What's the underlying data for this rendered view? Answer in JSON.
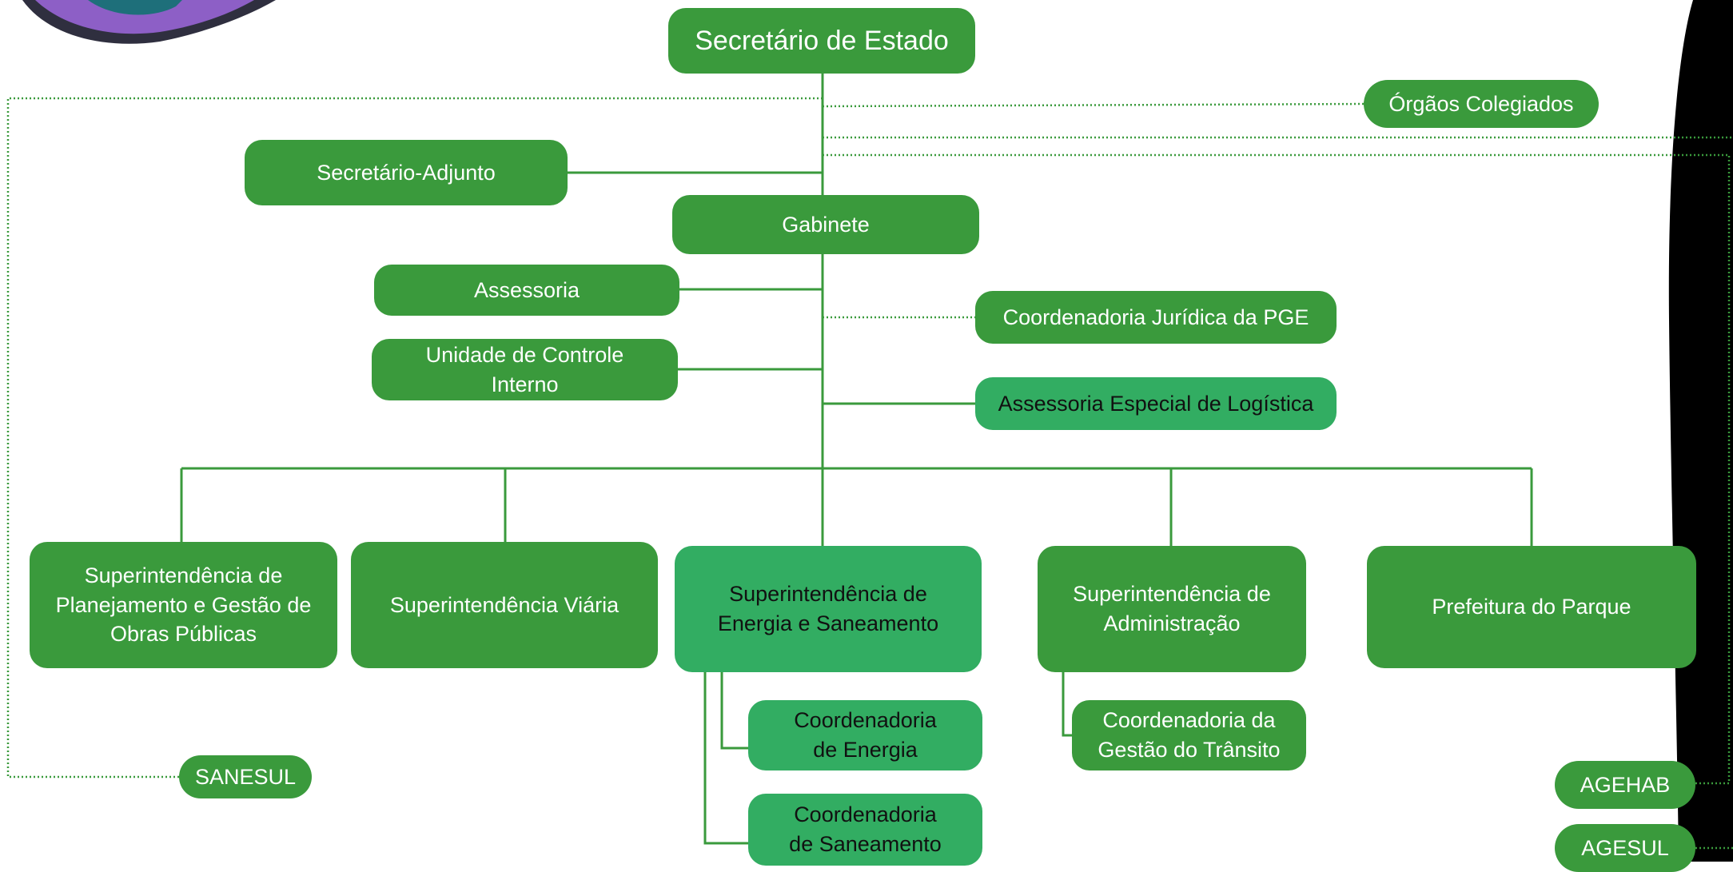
{
  "colors": {
    "primary": "#3a9a3c",
    "secondary": "#32ad62",
    "line": "#3a9a3c",
    "dark_panel": "#000000"
  },
  "logo": {
    "icon": "decorative-emblem-icon"
  },
  "nodes": {
    "secretario_estado": "Secretário de Estado",
    "orgaos_colegiados": "Órgãos Colegiados",
    "secretario_adjunto": "Secretário-Adjunto",
    "gabinete": "Gabinete",
    "assessoria": "Assessoria",
    "coordenadoria_juridica": "Coordenadoria Jurídica da PGE",
    "unidade_controle": "Unidade de Controle\nInterno",
    "assessoria_logistica": "Assessoria Especial de Logística",
    "sup_planejamento": "Superintendência de\nPlanejamento e Gestão de\nObras Públicas",
    "sup_viaria": "Superintendência Viária",
    "sup_energia": "Superintendência de\nEnergia e Saneamento",
    "sup_administracao": "Superintendência de\nAdministração",
    "prefeitura_parque": "Prefeitura do Parque",
    "coord_energia": "Coordenadoria\nde Energia",
    "coord_transito": "Coordenadoria da\nGestão do Trânsito",
    "sanesul": "SANESUL",
    "coord_saneamento": "Coordenadoria\nde Saneamento",
    "agehab": "AGEHAB",
    "agesul": "AGESUL"
  }
}
